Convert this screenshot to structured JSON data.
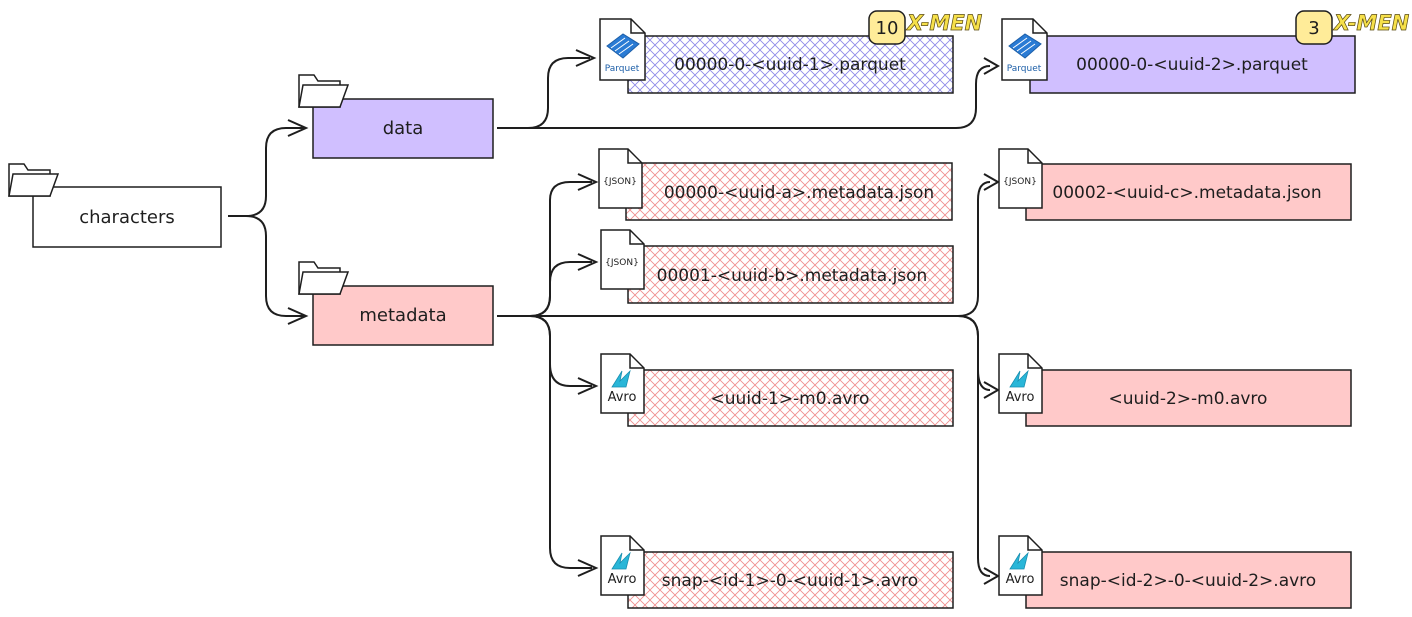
{
  "folders": {
    "characters": "characters",
    "data": "data",
    "metadata": "metadata"
  },
  "files": {
    "parquet_1": "00000-0-<uuid-1>.parquet",
    "parquet_2": "00000-0-<uuid-2>.parquet",
    "json_a": "00000-<uuid-a>.metadata.json",
    "json_b": "00001-<uuid-b>.metadata.json",
    "json_c": "00002-<uuid-c>.metadata.json",
    "avro_m0_1": "<uuid-1>-m0.avro",
    "avro_m0_2": "<uuid-2>-m0.avro",
    "snap_1": "snap-<id-1>-0-<uuid-1>.avro",
    "snap_2": "snap-<id-2>-0-<uuid-2>.avro"
  },
  "badges": {
    "badge_1": "10",
    "badge_2": "3"
  },
  "logos": {
    "xmen": "X-MEN"
  },
  "icon_labels": {
    "parquet": "Parquet",
    "json": "{JSON}",
    "avro": "Avro"
  },
  "colors": {
    "folder_purple": "#d0bfff",
    "folder_pink": "#ffc9c9",
    "hatch_blue": "#8c86e8",
    "hatch_red": "#f08c8c",
    "badge_yellow": "#ffec99"
  }
}
